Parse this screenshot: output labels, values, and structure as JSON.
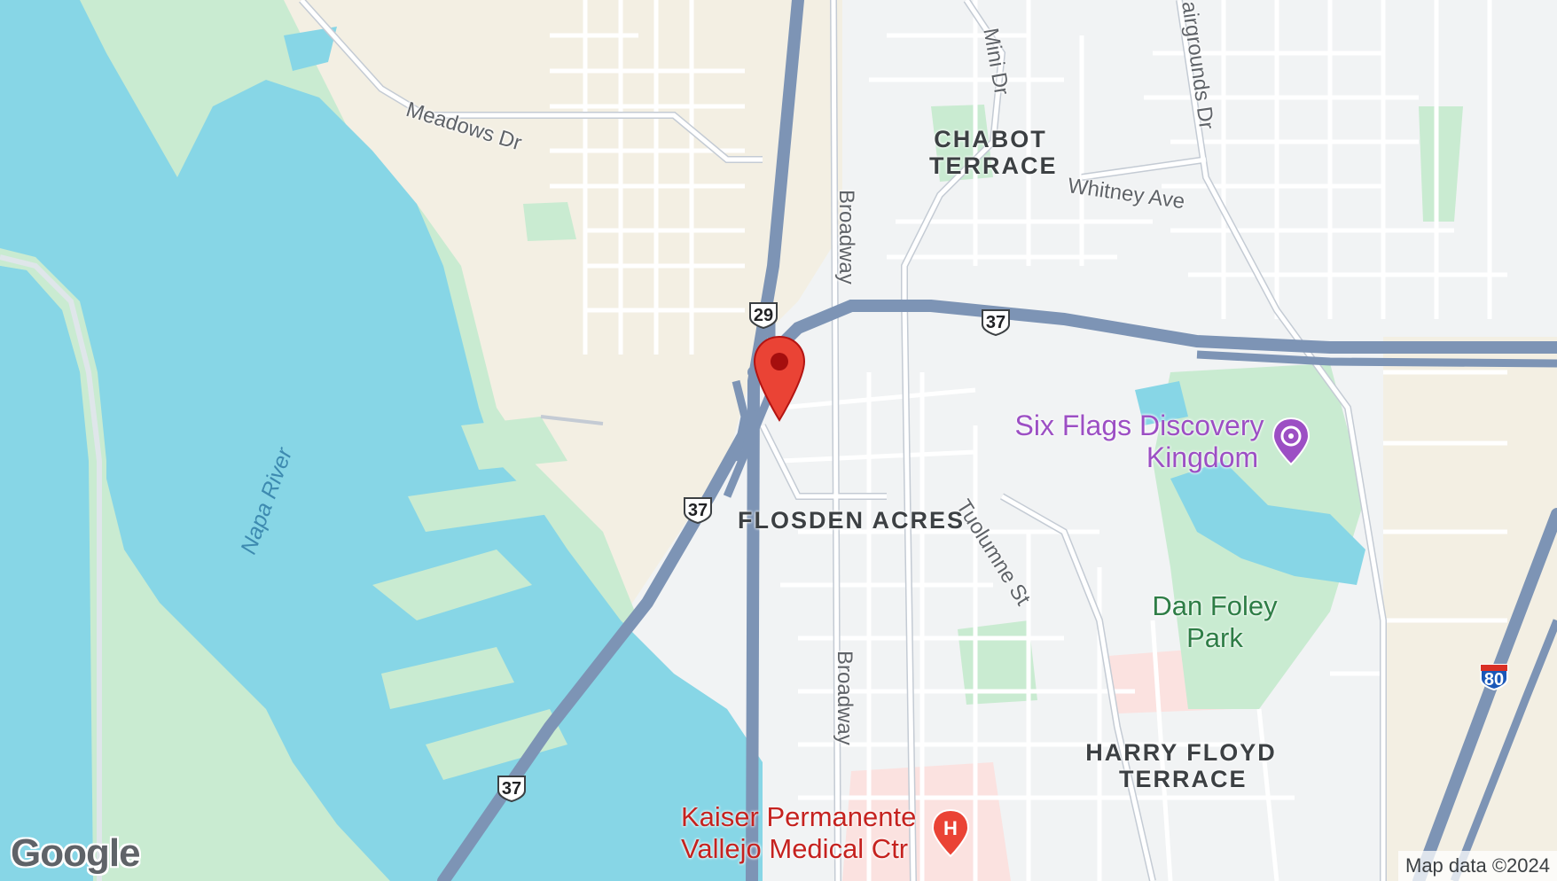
{
  "map": {
    "attribution": "Map data ©2024",
    "logo": "Google",
    "colors": {
      "water": "#87d6e6",
      "park": "#c9ebd1",
      "land": "#f1f3f4",
      "sand": "#f3efe3",
      "highway": "#7d94b5",
      "road": "#ffffff",
      "hospital_area": "#fbe2e0",
      "pin": "#ea4335"
    },
    "marker": {
      "icon": "location-pin-icon",
      "color": "#ea4335"
    },
    "streets": {
      "meadows": "Meadows Dr",
      "mini": "Mini Dr",
      "fairgrounds": "airgrounds Dr",
      "whitney": "Whitney Ave",
      "broadway1": "Broadway",
      "broadway2": "Broadway",
      "tuolumne": "Tuolumne St"
    },
    "neighborhoods": {
      "chabot1": "CHABOT",
      "chabot2": "TERRACE",
      "flosden": "FLOSDEN ACRES",
      "harry1": "HARRY FLOYD",
      "harry2": "TERRACE"
    },
    "water_labels": {
      "napa": "Napa River"
    },
    "pois": {
      "sixflags1": "Six Flags Discovery",
      "sixflags2": "Kingdom",
      "danfoley1": "Dan Foley",
      "danfoley2": "Park",
      "kaiser1": "Kaiser Permanente",
      "kaiser2": "Vallejo Medical Ctr"
    },
    "shields": {
      "s29": "29",
      "s37a": "37",
      "s37b": "37",
      "s37c": "37",
      "i80": "80"
    }
  }
}
